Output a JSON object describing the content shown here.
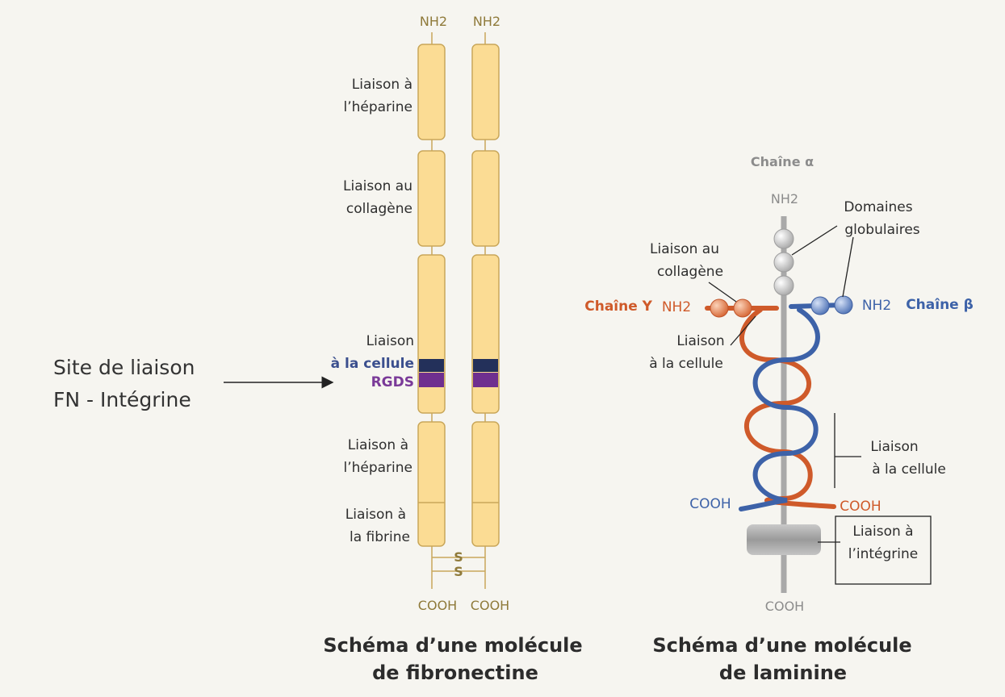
{
  "fibronectin": {
    "nh2_left": "NH2",
    "nh2_right": "NH2",
    "cooh_left": "COOH",
    "cooh_right": "COOH",
    "label_heparin_1_line1": "Liaison à",
    "label_heparin_1_line2": "l’héparine",
    "label_collagen_line1": "Liaison au",
    "label_collagen_line2": "collagène",
    "label_cell_line1": "Liaison",
    "label_cell_line2": "à la cellule",
    "label_rgds": "RGDS",
    "label_heparin_2_line1": "Liaison à",
    "label_heparin_2_line2": "l’héparine",
    "label_fibrin_line1": "Liaison à",
    "label_fibrin_line2": "la fibrine",
    "disulfide_1": "S",
    "disulfide_2": "S",
    "title_line1": "Schéma d’une molécule",
    "title_line2": "de fibronectine"
  },
  "site": {
    "line1": "Site de liaison",
    "line2": "FN - Intégrine"
  },
  "laminin": {
    "chain_alpha": "Chaîne α",
    "nh2_alpha": "NH2",
    "domaines_line1": "Domaines",
    "domaines_line2": "globulaires",
    "collagen_line1": "Liaison au",
    "collagen_line2": "collagène",
    "chain_gamma": "Chaîne Y",
    "nh2_gamma": "NH2",
    "nh2_beta": "NH2",
    "chain_beta": "Chaîne β",
    "cell_top_line1": "Liaison",
    "cell_top_line2": "à la cellule",
    "cell_right_line1": "Liaison",
    "cell_right_line2": "à la cellule",
    "cooh_blue": "COOH",
    "cooh_orange": "COOH",
    "integrin_line1": "Liaison à",
    "integrin_line2": "l’intégrine",
    "cooh_alpha": "COOH",
    "title_line1": "Schéma d’une molécule",
    "title_line2": "de laminine"
  },
  "colors": {
    "domain_fill": "#fbdc94",
    "domain_stroke": "#c9a75a",
    "cell_band": "#23305a",
    "rgds_band": "#6f2f8f",
    "chain_alpha": "#a9a9a9",
    "chain_gamma": "#cf5a2a",
    "chain_beta": "#3d62a8"
  }
}
